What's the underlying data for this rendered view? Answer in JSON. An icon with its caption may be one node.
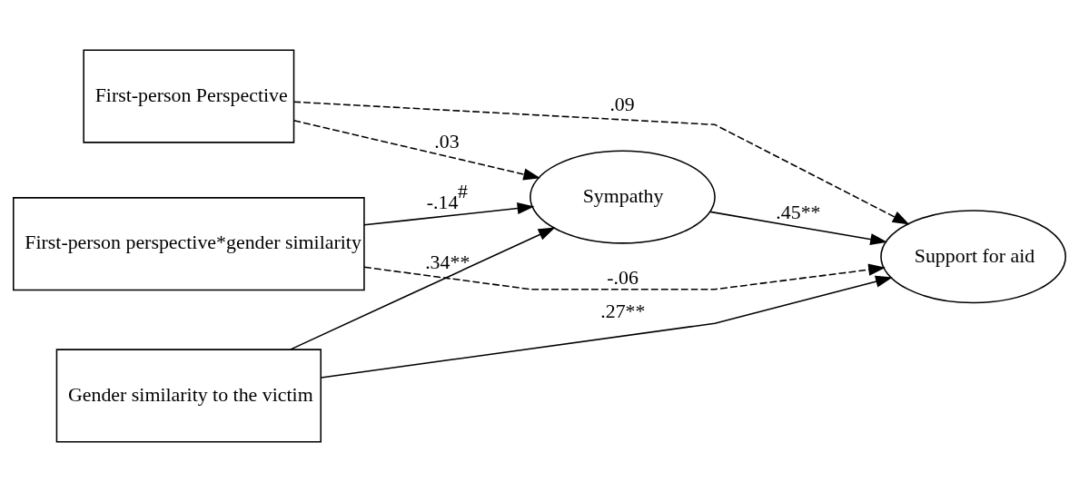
{
  "diagram": {
    "nodes": [
      {
        "text": [
          "First-person Perspective"
        ]
      },
      {
        "text": [
          "First-person perspective*gender similarity"
        ]
      },
      {
        "text": [
          "Gender similarity to the victim"
        ]
      },
      {
        "text": [
          "Sympathy"
        ]
      },
      {
        "text": [
          "Support for aid"
        ]
      }
    ],
    "edges": [
      {
        "from": 0,
        "to": 3,
        "arrow": "to",
        "label": ".03",
        "style": "dashed"
      },
      {
        "from": 1,
        "to": 3,
        "arrow": "to",
        "label": "-.14$^{#}$"
      },
      {
        "from": 2,
        "to": 3,
        "arrow": "to",
        "label": ".34**"
      },
      {
        "from": 3,
        "to": 4,
        "arrow": "to",
        "label": ".45**"
      },
      {
        "from": 0,
        "to": 4,
        "arrow": "to",
        "label": ".09",
        "style": "dashed"
      },
      {
        "from": 1,
        "to": 4,
        "arrow": "to",
        "label": "-.06",
        "style": "dashed"
      },
      {
        "from": 2,
        "to": 4,
        "arrow": "to",
        "label": ".27**"
      }
    ]
  }
}
